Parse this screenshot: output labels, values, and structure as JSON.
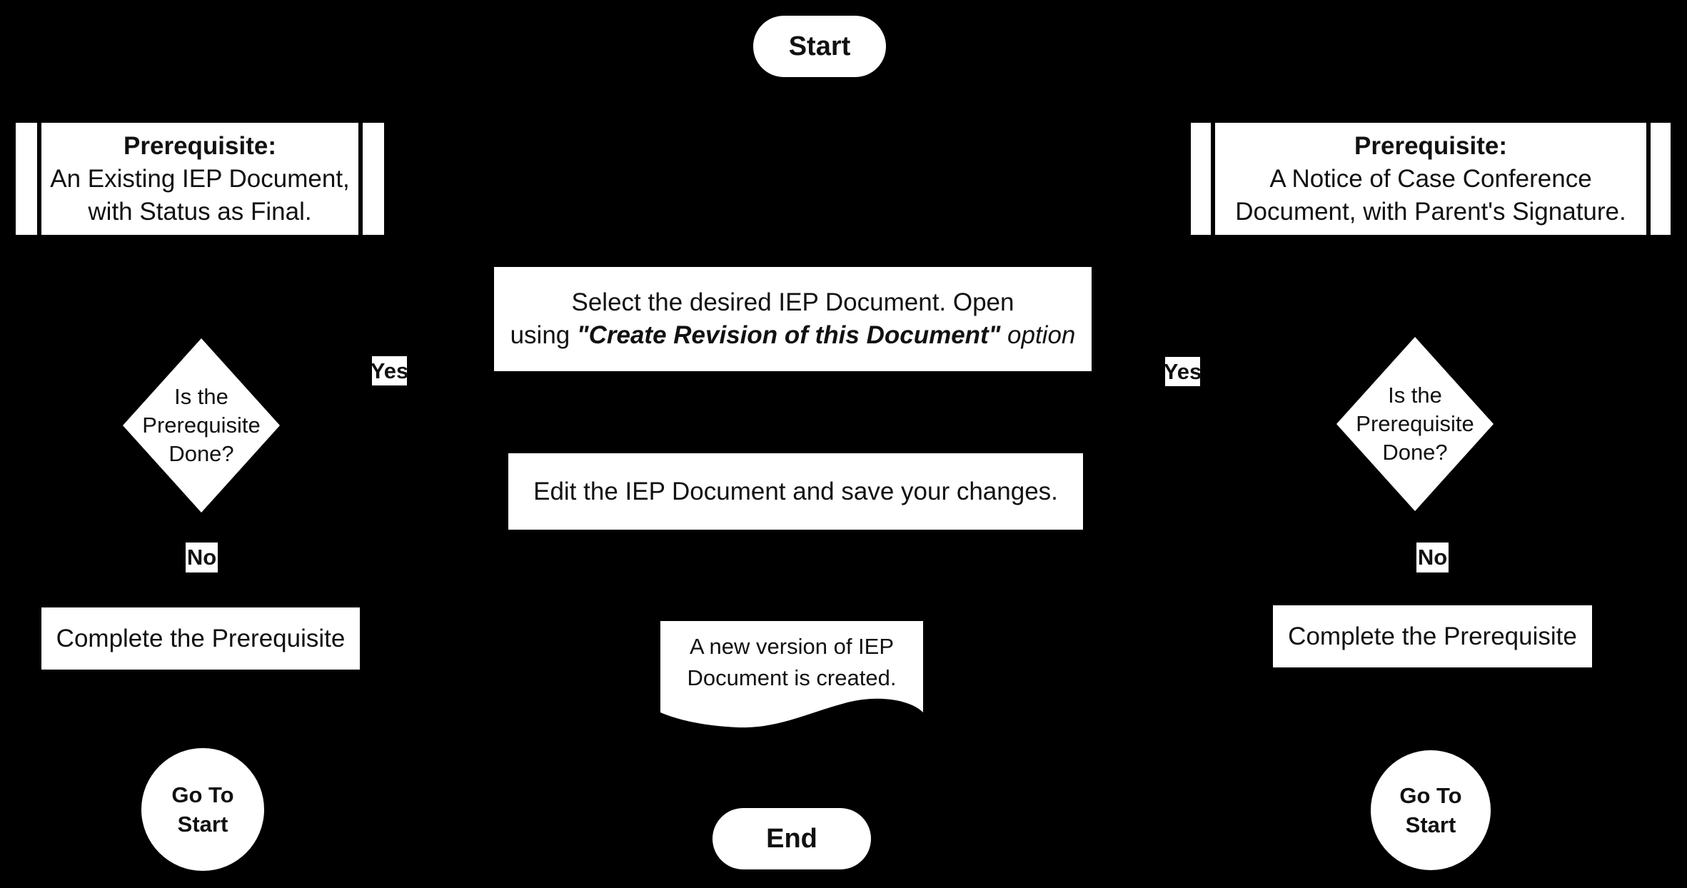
{
  "colors": {
    "background": "#000000",
    "shape_fill": "#ffffff",
    "text": "#111111"
  },
  "nodes": {
    "start": {
      "label": "Start"
    },
    "prereq_left": {
      "title": "Prerequisite:",
      "line1": "An Existing IEP Document,",
      "line2": "with Status as Final."
    },
    "prereq_right": {
      "title": "Prerequisite:",
      "line1": "A Notice of Case Conference",
      "line2": "Document, with Parent's Signature."
    },
    "select_step": {
      "line1": "Select the desired IEP Document. Open",
      "line2_prefix": "using ",
      "line2_emphasis": "\"Create Revision of this Document\"",
      "line2_suffix": " option"
    },
    "decision_left": {
      "line1": "Is the",
      "line2": "Prerequisite",
      "line3": "Done?"
    },
    "decision_right": {
      "line1": "Is the",
      "line2": "Prerequisite",
      "line3": "Done?"
    },
    "yes_left": {
      "label": "Yes"
    },
    "yes_right": {
      "label": "Yes"
    },
    "no_left": {
      "label": "No"
    },
    "no_right": {
      "label": "No"
    },
    "edit_step": {
      "label": "Edit the IEP Document and save your changes."
    },
    "complete_left": {
      "label": "Complete the Prerequisite"
    },
    "complete_right": {
      "label": "Complete the Prerequisite"
    },
    "document_created": {
      "line1": "A new version of IEP",
      "line2": "Document is created."
    },
    "goto_start_left": {
      "line1": "Go To",
      "line2": "Start"
    },
    "goto_start_right": {
      "line1": "Go To",
      "line2": "Start"
    },
    "end": {
      "label": "End"
    }
  }
}
